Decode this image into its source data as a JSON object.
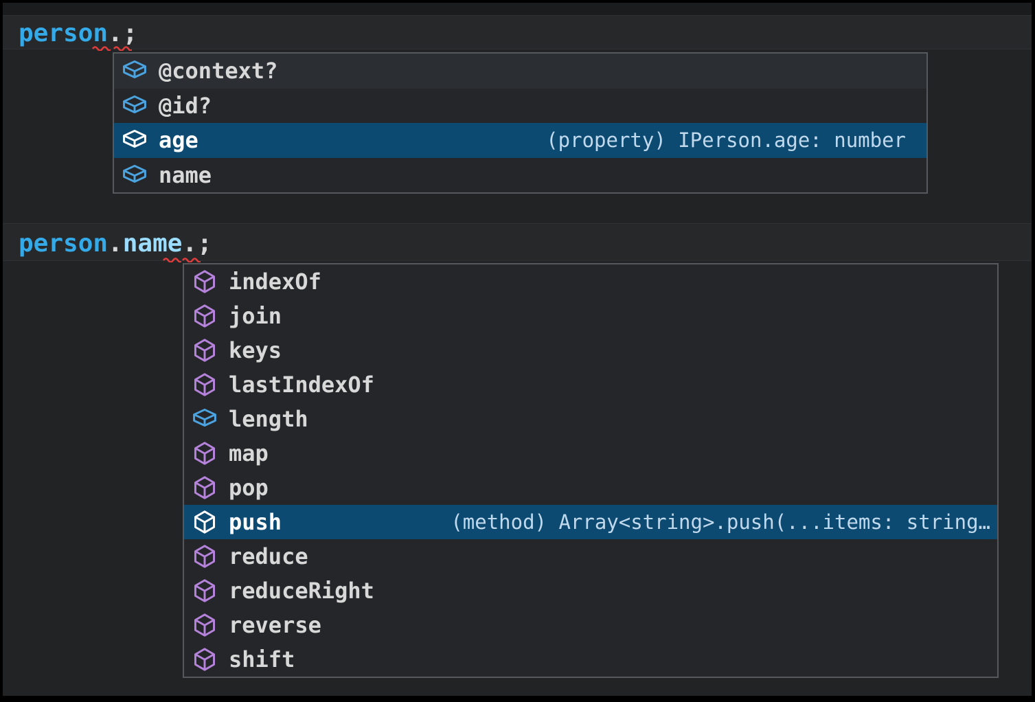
{
  "app": {
    "name": "code-editor-intellisense",
    "theme": {
      "editor_bg": "#212325",
      "frame_bg": "#000000",
      "selection_bg": "#0d4a72",
      "popup_bg": "#242629",
      "popup_border": "#55585c",
      "variable_color": "#35aae9",
      "property_color": "#9cdcfe",
      "punctuation_color": "#d6d6d6",
      "field_icon_color": "#4ba3e0",
      "method_icon_color": "#b583db",
      "error_squiggle_color": "#e13c3c"
    }
  },
  "code": {
    "line1": {
      "tokens": [
        "person",
        ".",
        ";"
      ]
    },
    "line2": {
      "tokens": [
        "person",
        ".",
        "name",
        ".",
        ";"
      ]
    }
  },
  "suggest1": {
    "items": [
      {
        "label": "@context?",
        "kind": "field",
        "selected": false
      },
      {
        "label": "@id?",
        "kind": "field",
        "selected": false
      },
      {
        "label": "age",
        "kind": "field",
        "selected": true,
        "detail": "(property) IPerson.age: number"
      },
      {
        "label": "name",
        "kind": "field",
        "selected": false
      }
    ]
  },
  "suggest2": {
    "items": [
      {
        "label": "indexOf",
        "kind": "method",
        "selected": false
      },
      {
        "label": "join",
        "kind": "method",
        "selected": false
      },
      {
        "label": "keys",
        "kind": "method",
        "selected": false
      },
      {
        "label": "lastIndexOf",
        "kind": "method",
        "selected": false
      },
      {
        "label": "length",
        "kind": "field",
        "selected": false
      },
      {
        "label": "map",
        "kind": "method",
        "selected": false
      },
      {
        "label": "pop",
        "kind": "method",
        "selected": false
      },
      {
        "label": "push",
        "kind": "method",
        "selected": true,
        "detail": "(method) Array<string>.push(...items: string…"
      },
      {
        "label": "reduce",
        "kind": "method",
        "selected": false
      },
      {
        "label": "reduceRight",
        "kind": "method",
        "selected": false
      },
      {
        "label": "reverse",
        "kind": "method",
        "selected": false
      },
      {
        "label": "shift",
        "kind": "method",
        "selected": false
      }
    ]
  }
}
